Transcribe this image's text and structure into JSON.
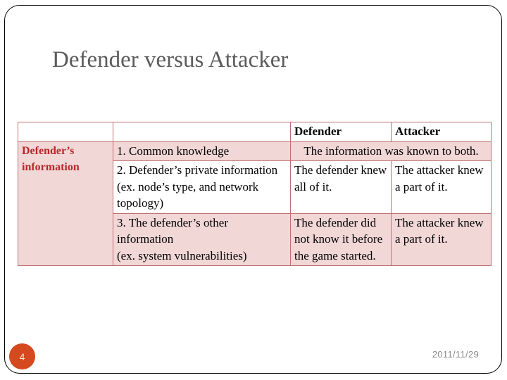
{
  "slide": {
    "title": "Defender versus Attacker",
    "page_number": "4",
    "date": "2011/11/29",
    "accent_color": "#b72828",
    "badge_color": "#d4491e",
    "title_color": "#5c5c5c",
    "table_border_color": "#bf6e6e",
    "row_fill_color": "#f2d7d7"
  },
  "table": {
    "header": {
      "label_col": "",
      "item_col": "",
      "defender": "Defender",
      "attacker": "Attacker"
    },
    "row_label": "Defender’s information",
    "rows": [
      {
        "item": "1. Common knowledge",
        "merged": true,
        "merged_text": "The information was known to both."
      },
      {
        "item": "2. Defender’s private information\n(ex. node’s type, and network topology)",
        "merged": false,
        "defender": "The defender knew all of it.",
        "attacker": "The attacker knew a part of it."
      },
      {
        "item": "3. The defender’s other information\n(ex. system vulnerabilities)",
        "merged": false,
        "defender": "The defender did not know it before the game started.",
        "attacker": "The attacker knew a part of it."
      }
    ]
  }
}
